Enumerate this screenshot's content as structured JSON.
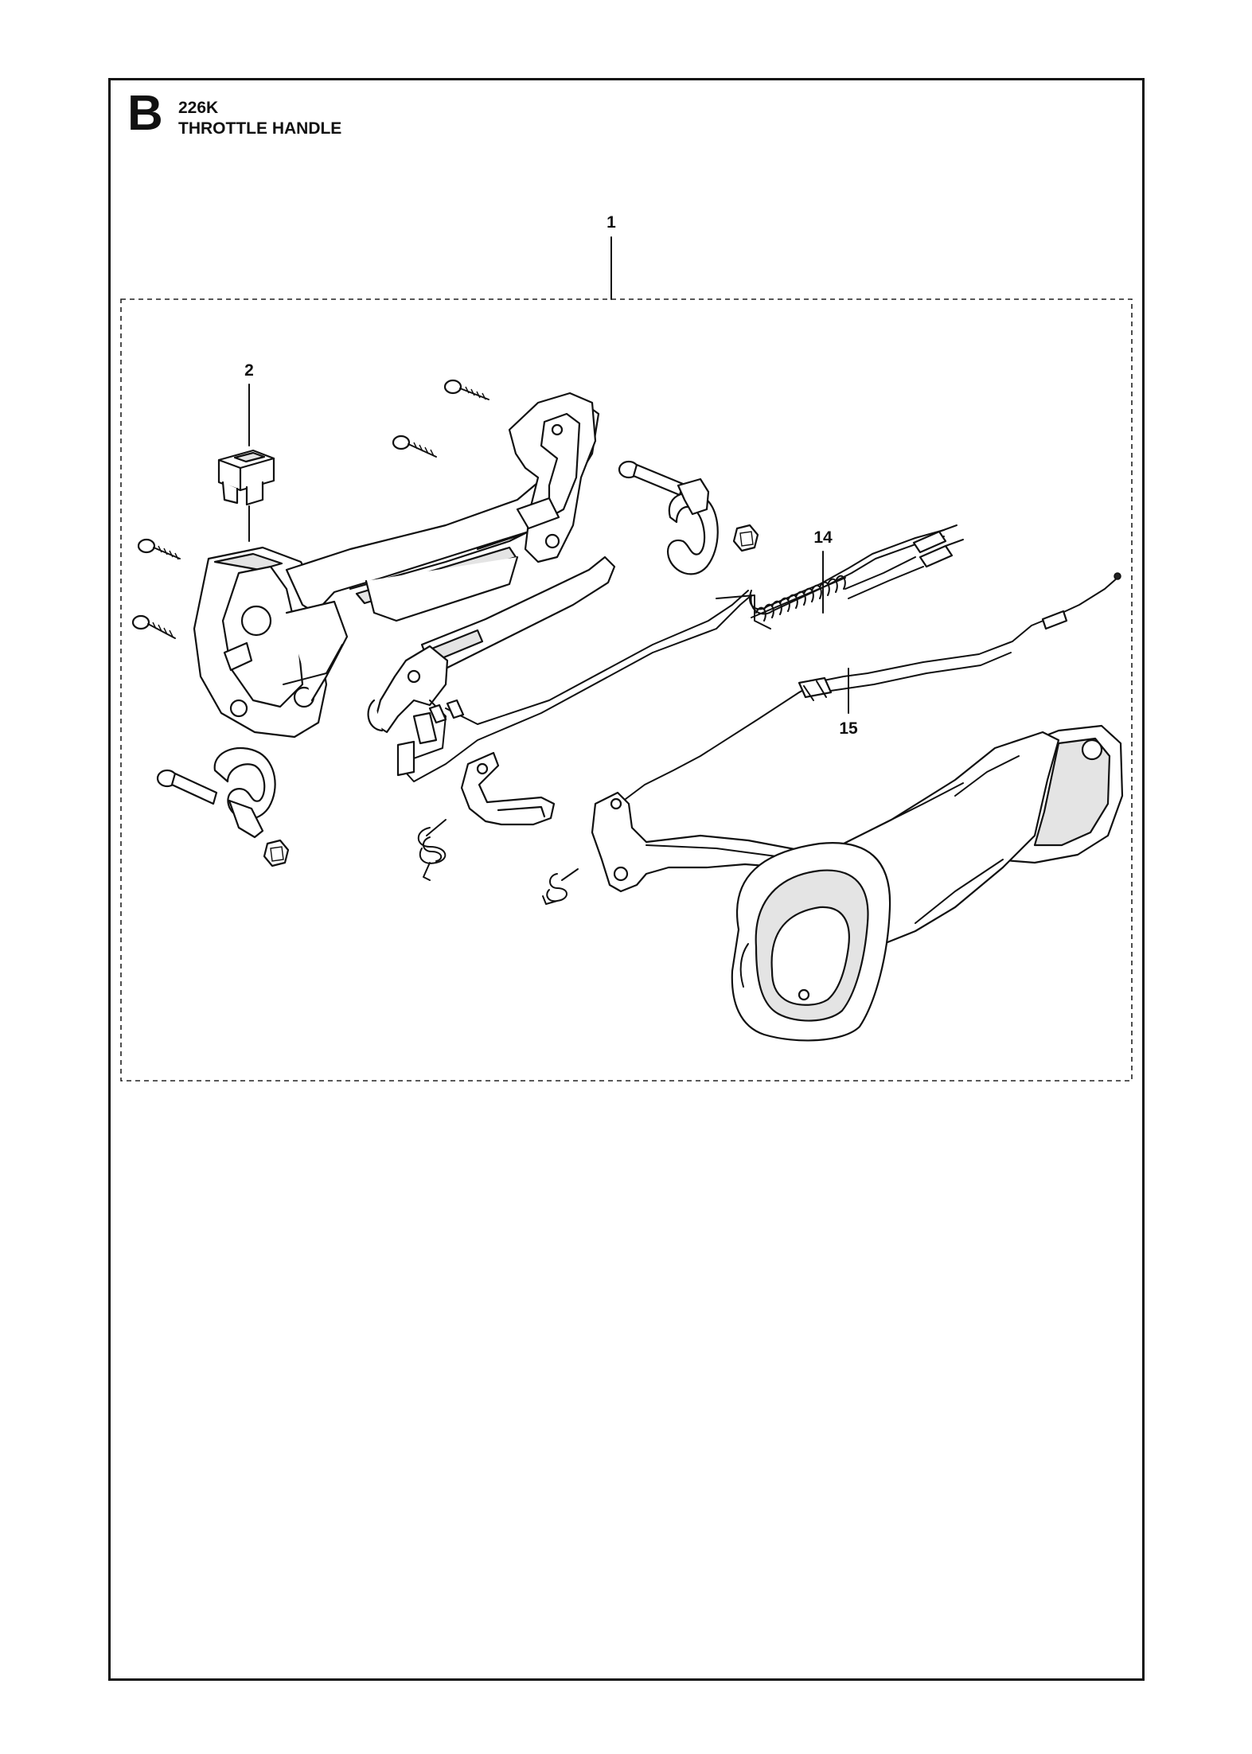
{
  "header": {
    "section_letter": "B",
    "model": "226K",
    "title": "THROTTLE HANDLE"
  },
  "callouts": {
    "c1": "1",
    "c2": "2",
    "c14": "14",
    "c15": "15"
  }
}
